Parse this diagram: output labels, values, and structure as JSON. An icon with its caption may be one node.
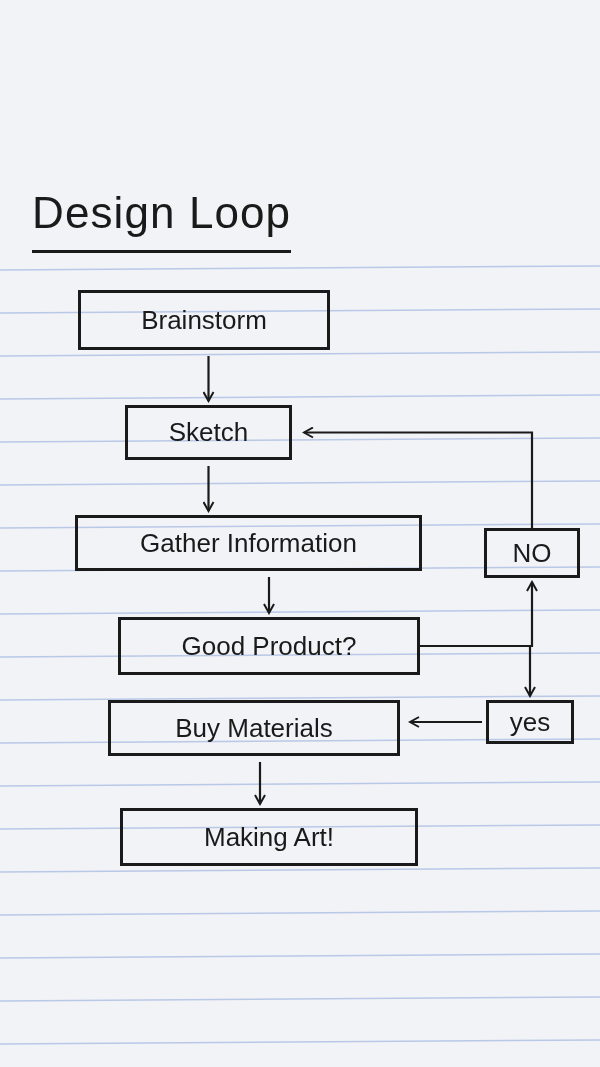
{
  "diagram": {
    "title": "Design Loop",
    "nodes": [
      {
        "text": [
          "Brainstorm"
        ]
      },
      {
        "text": [
          "Sketch"
        ]
      },
      {
        "text": [
          "Gather Information"
        ]
      },
      {
        "text": [
          "Good Product?"
        ]
      },
      {
        "text": [
          "Buy Materials"
        ]
      },
      {
        "text": [
          "Making Art!"
        ]
      },
      {
        "text": [
          "NO"
        ]
      },
      {
        "text": [
          "yes"
        ]
      }
    ],
    "edges": [
      {
        "from": 0,
        "to": 1,
        "arrow": "to"
      },
      {
        "from": 1,
        "to": 2,
        "arrow": "to"
      },
      {
        "from": 2,
        "to": 3,
        "arrow": "to"
      },
      {
        "from": 3,
        "to": 6,
        "arrow": "to"
      },
      {
        "from": 3,
        "to": 7,
        "arrow": "to"
      },
      {
        "from": 6,
        "to": 1,
        "arrow": "to"
      },
      {
        "from": 7,
        "to": 4,
        "arrow": "to"
      },
      {
        "from": 4,
        "to": 5,
        "arrow": "to"
      }
    ]
  }
}
